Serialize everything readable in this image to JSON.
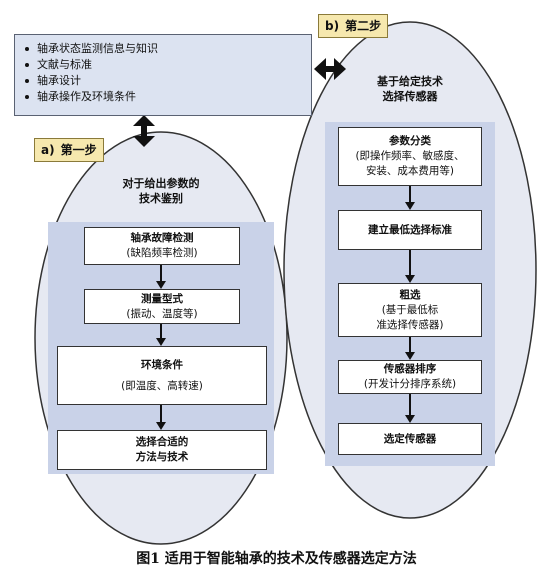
{
  "top_box": {
    "items": [
      "轴承状态监测信息与知识",
      "文献与标准",
      "轴承设计",
      "轴承操作及环境条件"
    ]
  },
  "step_a": {
    "letter": "a)",
    "label": "第一步",
    "title_lines": [
      "对于给出参数的",
      "技术鉴别"
    ],
    "boxes": [
      {
        "title": "轴承故障检测",
        "detail": "(缺陷频率检测)"
      },
      {
        "title": "测量型式",
        "detail": "(振动、温度等)"
      },
      {
        "title": "环境条件",
        "detail": "(即温度、高转速)"
      },
      {
        "title": "选择合适的",
        "detail": "方法与技术"
      }
    ]
  },
  "step_b": {
    "letter": "b)",
    "label": "第二步",
    "title_lines": [
      "基于给定技术",
      "选择传感器"
    ],
    "boxes": [
      {
        "title": "参数分类",
        "detail_lines": [
          "(即操作频率、敏感度、",
          "安装、成本费用等)"
        ]
      },
      {
        "title": "建立最低选择标准"
      },
      {
        "title": "粗选",
        "detail_lines": [
          "(基于最低标",
          "准选择传感器)"
        ]
      },
      {
        "title": "传感器排序",
        "detail_lines": [
          "(开发计分排序系统)"
        ]
      },
      {
        "title": "选定传感器"
      }
    ]
  },
  "caption": "图1 适用于智能轴承的技术及传感器选定方法",
  "colors": {
    "ellipse_fill": "#e6e9f2",
    "box_panel_fill": "#c9d2e8",
    "top_box_fill": "#dce3f1",
    "step_tag_fill": "#f6e8ae",
    "arrow": "#111111"
  }
}
